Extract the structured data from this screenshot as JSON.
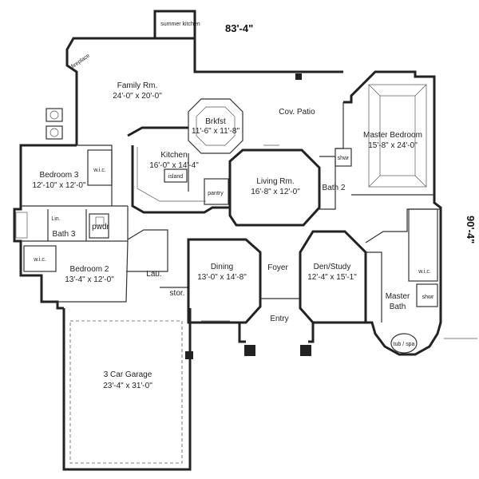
{
  "dimensions": {
    "width": "83'-4\"",
    "depth": "90'-4\""
  },
  "rooms": {
    "summer_kitchen": {
      "name": "summer kitchen"
    },
    "fireplace": {
      "name": "fireplace"
    },
    "family": {
      "name": "Family Rm.",
      "size": "24'-0\" x 20'-0\""
    },
    "cov_patio": {
      "name": "Cov. Patio"
    },
    "brkfst": {
      "name": "Brkfst",
      "size": "11'-6\" x 11'-8\""
    },
    "kitchen": {
      "name": "Kitchen",
      "size": "16'-0\" x 14'-4\""
    },
    "island": {
      "name": "island"
    },
    "pantry": {
      "name": "pantry"
    },
    "living": {
      "name": "Living Rm.",
      "size": "16'-8\" x 12'-0\""
    },
    "master_bed": {
      "name": "Master Bedroom",
      "size": "15'-8\" x 24'-0\""
    },
    "bath2": {
      "name": "Bath 2"
    },
    "shwr1": {
      "name": "shwr"
    },
    "bedroom3": {
      "name": "Bedroom 3",
      "size": "12'-10\" x 12'-0\""
    },
    "wic1": {
      "name": "w.i.c."
    },
    "lin": {
      "name": "Lin."
    },
    "bath3": {
      "name": "Bath 3"
    },
    "pwdr": {
      "name": "pwdr"
    },
    "wic2": {
      "name": "w.i.c."
    },
    "bedroom2": {
      "name": "Bedroom 2",
      "size": "13'-4\" x 12'-0\""
    },
    "lau": {
      "name": "Lau."
    },
    "stor": {
      "name": "stor."
    },
    "dining": {
      "name": "Dining",
      "size": "13'-0\" x 14'-8\""
    },
    "foyer": {
      "name": "Foyer"
    },
    "den": {
      "name": "Den/Study",
      "size": "12'-4\" x 15'-1\""
    },
    "entry": {
      "name": "Entry"
    },
    "wic3": {
      "name": "w.i.c."
    },
    "master_bath": {
      "name": "Master Bath"
    },
    "shwr2": {
      "name": "shwr"
    },
    "tub": {
      "name": "tub / spa"
    },
    "garage": {
      "name": "3 Car Garage",
      "size": "23'-4\" x 31'-0\""
    }
  }
}
